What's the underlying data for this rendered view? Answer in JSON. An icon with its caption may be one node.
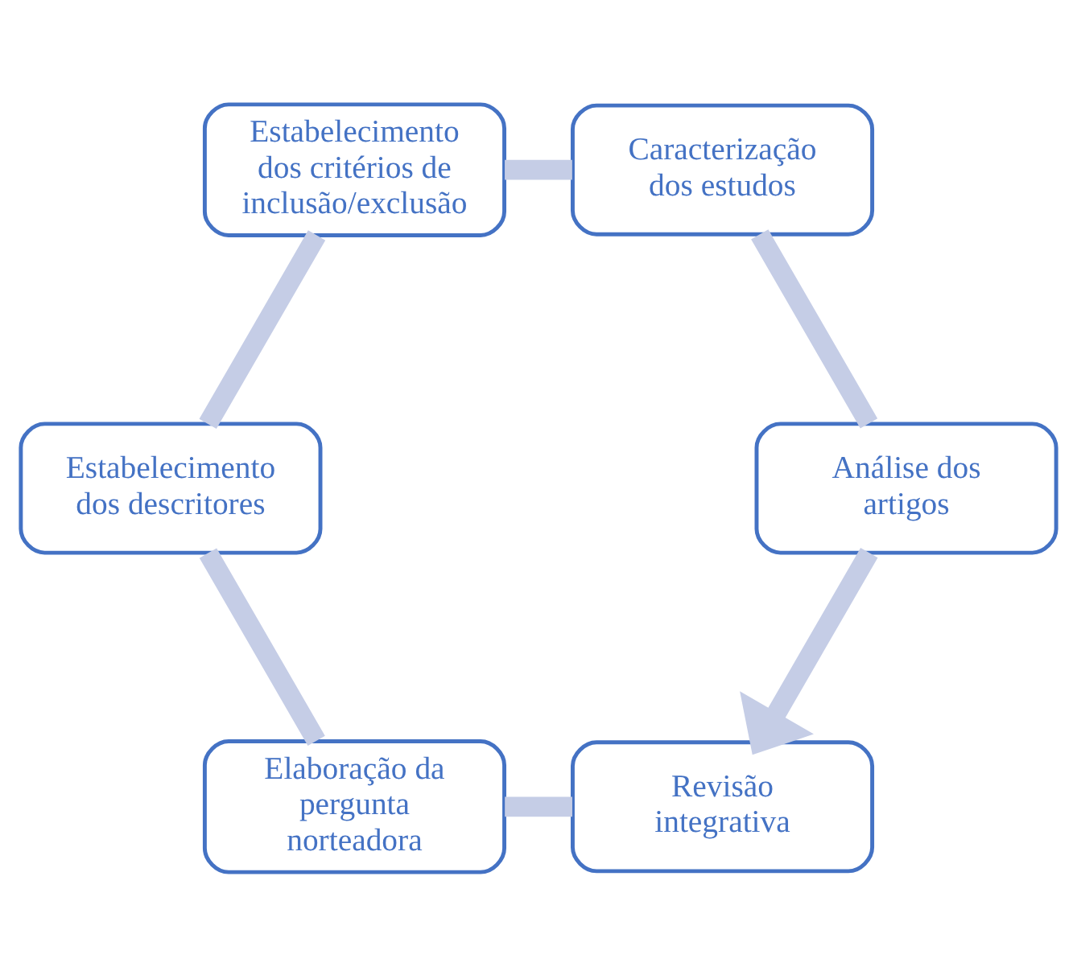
{
  "diagram": {
    "nodes": [
      {
        "text": [
          "Revisão integrativa"
        ]
      },
      {
        "text": [
          "Elaboração da pergunta norteadora"
        ]
      },
      {
        "text": [
          "Estabelecimento dos descritores"
        ]
      },
      {
        "text": [
          "Estabelecimento dos critérios de inclusão/exclusão"
        ]
      },
      {
        "text": [
          "Caracterização dos estudos"
        ]
      },
      {
        "text": [
          "Análise dos artigos"
        ]
      }
    ],
    "edges": [
      {
        "from": 0,
        "to": 1,
        "arrow": "none",
        "color": "#c5cde6"
      },
      {
        "from": 1,
        "to": 2,
        "arrow": "none",
        "color": "#c5cde6"
      },
      {
        "from": 2,
        "to": 3,
        "arrow": "none",
        "color": "#c5cde6"
      },
      {
        "from": 3,
        "to": 4,
        "arrow": "none",
        "color": "#c5cde6"
      },
      {
        "from": 4,
        "to": 5,
        "arrow": "none",
        "color": "#c5cde6"
      },
      {
        "from": 5,
        "to": 0,
        "arrow": "to",
        "color": "#c5cde6"
      }
    ]
  }
}
